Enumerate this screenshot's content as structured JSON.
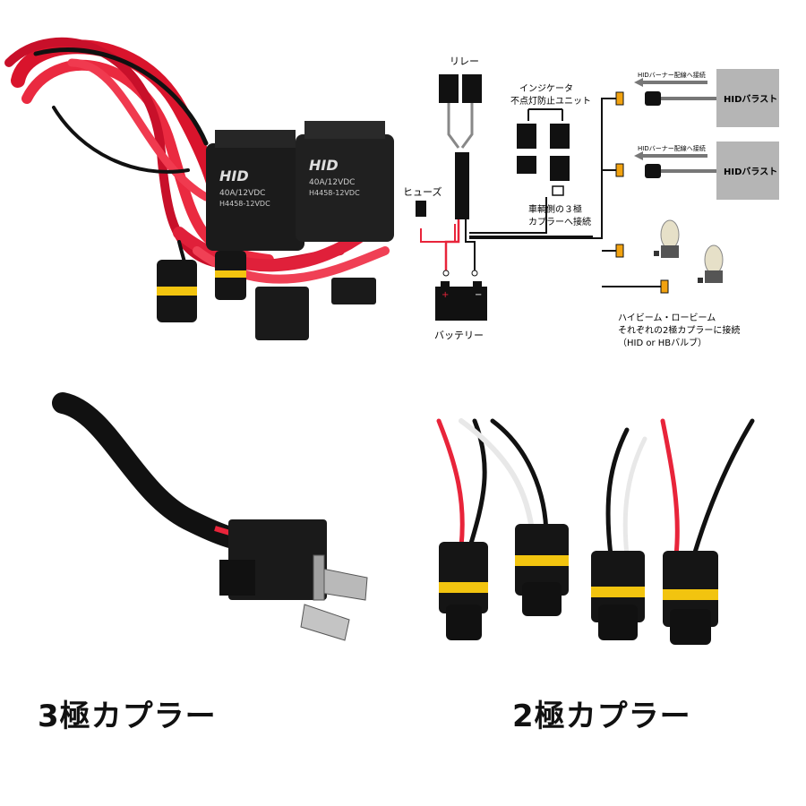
{
  "harness_photo": {
    "relay_brand": "HID",
    "relay_rating": "40A/12VDC",
    "relay_model": "H4458-12VDC"
  },
  "diagram": {
    "relay_label": "リレー",
    "indicator_label_line1": "インジケータ",
    "indicator_label_line2": "不点灯防止ユニット",
    "fuse_label": "ヒューズ",
    "battery_label": "バッテリー",
    "battery_plus": "+",
    "battery_minus": "−",
    "vehicle_coupler_line1": "車輌側の３極",
    "vehicle_coupler_line2": "カプラーへ接続",
    "hid_burner_note_1": "HIDバーナー配線へ接続",
    "hid_burner_note_2": "HIDバーナー配線へ接続",
    "ballast_label_1": "HIDバラスト",
    "ballast_label_2": "HIDバラスト",
    "bulb_note_line1": "ハイビーム・ロービーム",
    "bulb_note_line2": "それぞれの2極カプラーに接続",
    "bulb_note_line3": "（HID or HBバルブ）"
  },
  "captions": {
    "three_pole": "3極カプラー",
    "two_pole": "2極カプラー"
  },
  "colors": {
    "red_wire": "#e8243a",
    "black_wire": "#111111",
    "yellow_band": "#f2c40f",
    "ballast_gray": "#b5b5b5"
  }
}
